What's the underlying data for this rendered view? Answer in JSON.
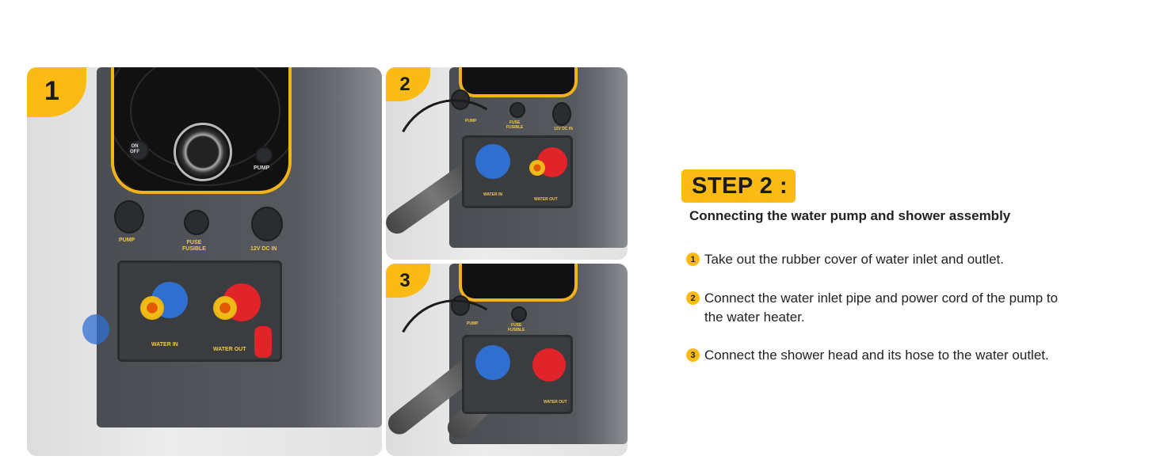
{
  "panels": [
    {
      "number": "1",
      "labels": {
        "power": "ON\nOFF",
        "pump_button": "PUMP",
        "pump": "PUMP",
        "fuse": "FUSE\nFUSIBLE",
        "dc": "12V DC IN",
        "water_in": "WATER IN",
        "water_out": "WATER OUT"
      }
    },
    {
      "number": "2",
      "labels": {
        "pump": "PUMP",
        "fuse": "FUSE\nFUSIBLE",
        "dc": "12V DC IN",
        "water_in": "WATER IN",
        "water_out": "WATER OUT"
      }
    },
    {
      "number": "3",
      "labels": {
        "pump": "PUMP",
        "fuse": "FUSE\nFUSIBLE",
        "water_out": "WATER OUT"
      }
    }
  ],
  "step": {
    "title": "STEP 2 :",
    "subtitle": "Connecting the water pump and shower assembly",
    "items": [
      {
        "num": "1",
        "text": "Take out the rubber cover of water inlet and outlet."
      },
      {
        "num": "2",
        "text": "Connect the water inlet pipe and power cord of the pump to the water heater."
      },
      {
        "num": "3",
        "text": "Connect the shower head and its hose to the water outlet."
      }
    ]
  },
  "colors": {
    "accent": "#fbbb14",
    "text": "#222222"
  }
}
